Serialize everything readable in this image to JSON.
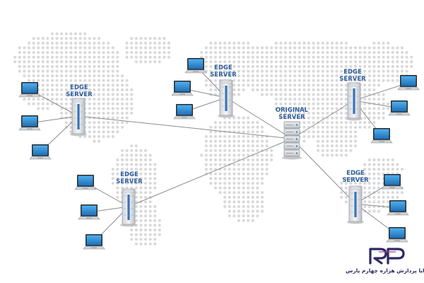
{
  "diagram": {
    "labels": {
      "edge_line1": "EDGE",
      "edge_line2": "SERVER",
      "origin_line1": "ORIGINAL",
      "origin_line2": "SERVER"
    },
    "edge_servers": [
      {
        "id": "edge-west",
        "laptops": 3
      },
      {
        "id": "edge-north",
        "laptops": 3
      },
      {
        "id": "edge-southwest",
        "laptops": 3
      },
      {
        "id": "edge-east",
        "laptops": 3
      },
      {
        "id": "edge-southeast",
        "laptops": 3
      }
    ],
    "origin_server": {
      "id": "origin"
    },
    "colors": {
      "line": "#8d8d8d",
      "label": "#2f5f9c",
      "laptop_screen": "#2c8fd8",
      "map_dots": "#d9d9d9",
      "server_accent": "#3a73b8"
    }
  },
  "brand": {
    "logo_text": "RP",
    "caption": "رایا پردازش هزاره چهارم پارس",
    "color": "#2a2a66"
  }
}
